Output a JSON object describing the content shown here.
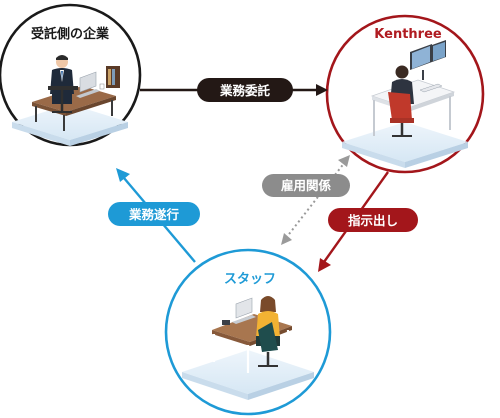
{
  "nodes": {
    "client": {
      "title": "受託側の企業",
      "border": "#1a1a1a",
      "title_color": "#1a1a1a"
    },
    "kenthree": {
      "title": "Kenthree",
      "border": "#a3161b",
      "title_color": "#b01b21"
    },
    "staff": {
      "title": "スタッフ",
      "border": "#1e9ad6",
      "title_color": "#1e9ad6"
    }
  },
  "edges": {
    "outsourcing": {
      "label": "業務委託",
      "color": "#231815"
    },
    "employment": {
      "label": "雇用関係",
      "color": "#8c8c8c"
    },
    "instruction": {
      "label": "指示出し",
      "color": "#a3161b"
    },
    "execution": {
      "label": "業務遂行",
      "color": "#1e9ad6"
    }
  }
}
